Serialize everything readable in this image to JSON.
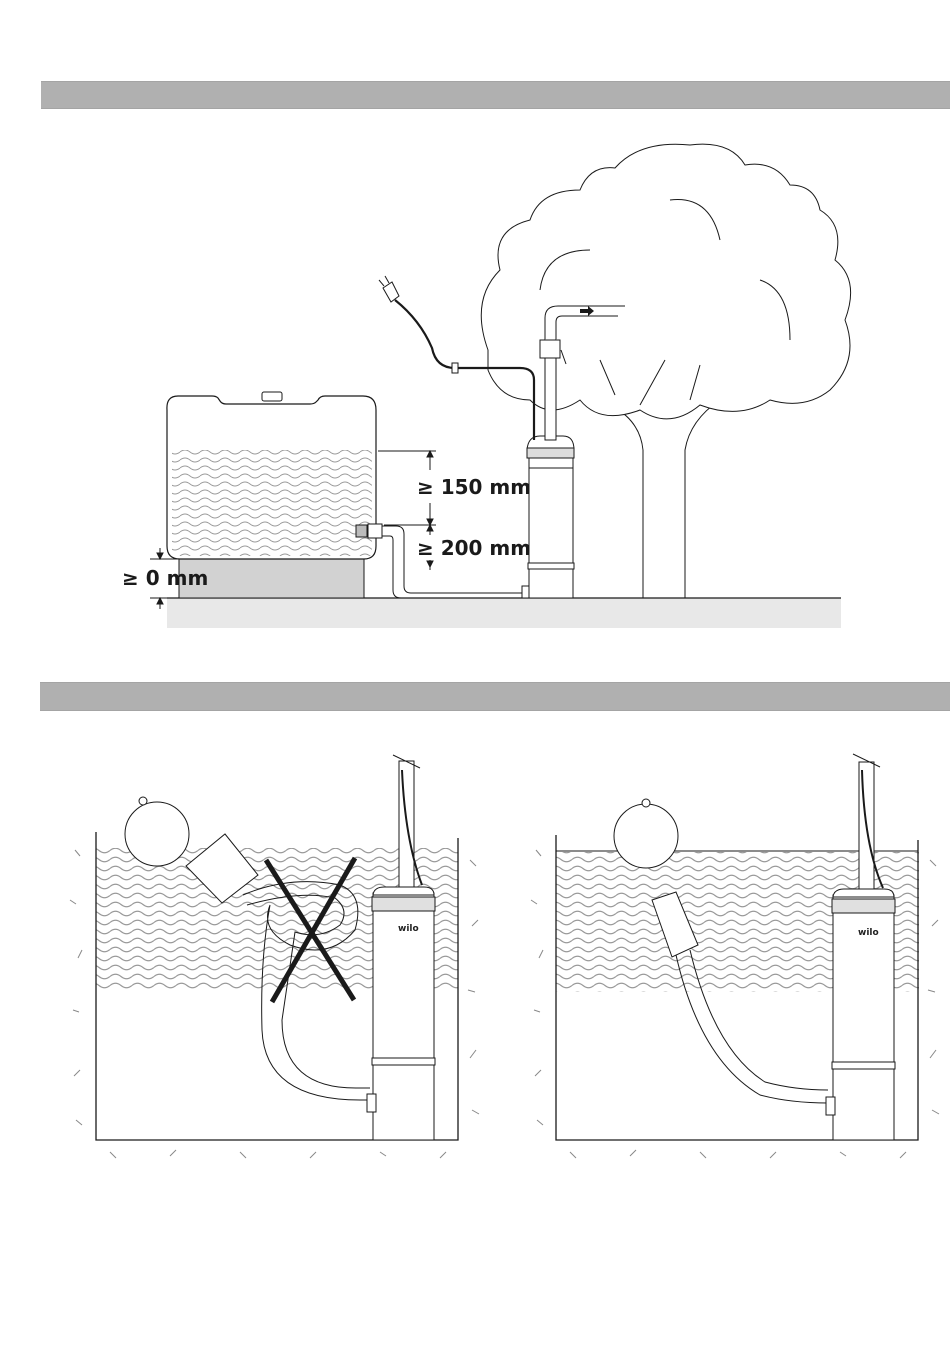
{
  "figure_1": {
    "title_bar": "",
    "dimensions": {
      "water_level_above_inlet": "≥ 150 mm",
      "inlet_above_ground": "≥ 200 mm",
      "tank_base_height": "≥ 0 mm"
    },
    "elements": [
      "rain-water-tank",
      "tank-stand",
      "suction-hose",
      "pump",
      "pressure-pipe",
      "ball-valve",
      "power-cable",
      "mains-plug",
      "tree",
      "ground"
    ],
    "flow_direction": "right"
  },
  "figure_2": {
    "title_bar": "",
    "panels": [
      {
        "id": "incorrect",
        "mark": "X",
        "description": "Floating suction with looped/kinked hose — not permitted"
      },
      {
        "id": "correct",
        "mark": "",
        "description": "Floating suction with hose in smooth curve — correct"
      }
    ],
    "brand_label": "wilo"
  },
  "colors": {
    "header_bar": "#b0b0b0",
    "ground": "#e8e8e8",
    "stand": "#d2d2d2",
    "line": "#1a1a1a",
    "water_wave": "#9a9a9a"
  }
}
